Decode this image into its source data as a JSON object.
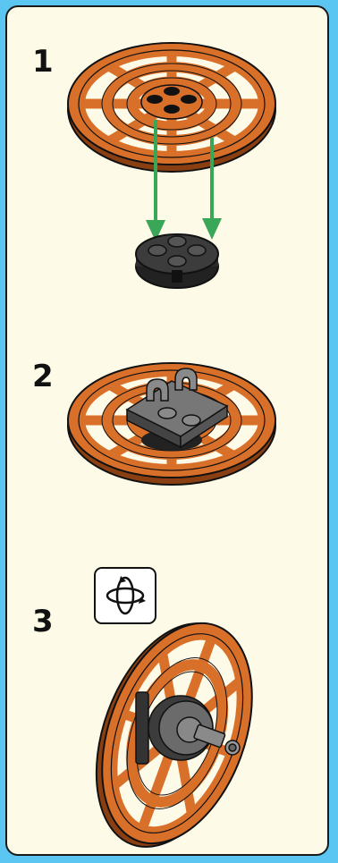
{
  "steps": [
    {
      "number": "1",
      "illustration": "wheel-with-studs-attaching-to-round-plate"
    },
    {
      "number": "2",
      "illustration": "wheel-with-bracket-plate"
    },
    {
      "number": "3",
      "illustration": "wheel-rotated-with-axle-connector"
    }
  ],
  "icons": {
    "rotate": "rotate-model-icon",
    "arrow": "green-down-arrow-icon"
  },
  "colors": {
    "background": "#5cc6f2",
    "panel": "#fdfbe7",
    "wheel": "#d9702a",
    "wheel_dark": "#8a3f12",
    "part_dark": "#333333",
    "part_grey": "#6b6b6b",
    "arrow": "#3aa657"
  }
}
